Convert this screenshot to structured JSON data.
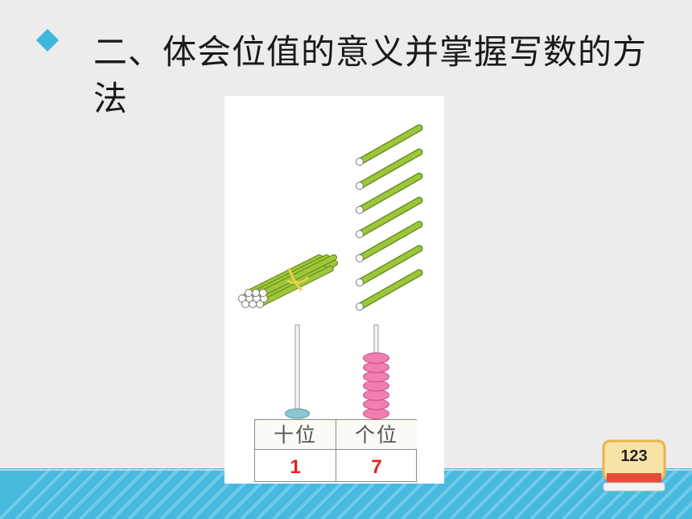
{
  "heading": {
    "text": "二、体会位值的意义并掌握写数的方法"
  },
  "figure": {
    "bundled_sticks": 10,
    "single_sticks": 7,
    "tens_beads": 1,
    "ones_beads": 7,
    "table": {
      "headers": [
        "十位",
        "个位"
      ],
      "values": [
        "1",
        "7"
      ]
    }
  },
  "badge": {
    "text": "123"
  },
  "colors": {
    "accent": "#46b9dd",
    "bullet": "#3fb6dc",
    "stick": "#9cc73a",
    "bead_pink": "#f07fae",
    "bead_teal": "#8cc6cf",
    "digit": "#e8201d"
  }
}
